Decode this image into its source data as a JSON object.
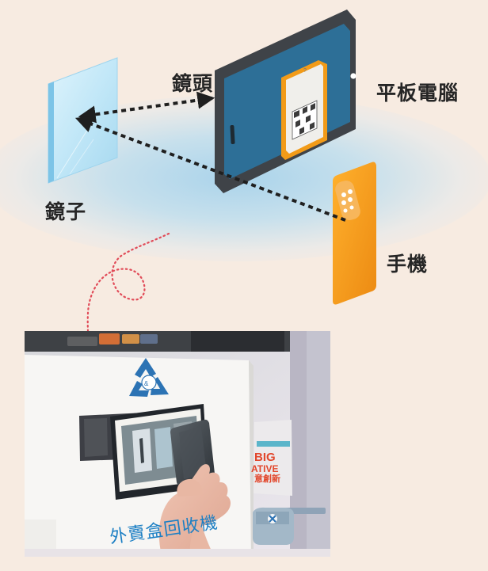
{
  "labels": {
    "lens": "鏡頭",
    "tablet": "平板電腦",
    "mirror": "鏡子",
    "phone": "手機"
  },
  "photo": {
    "machine_text": "外賣盒回收機",
    "sign_big": "BIG",
    "sign_mid": "ATIVE",
    "sign_small": "意創新"
  },
  "colors": {
    "background": "#f7ebe1",
    "tablet_frame": "#3f4348",
    "tablet_screen": "#2d6f97",
    "phone": "#f39a1b",
    "mirror": "#b8e2f4",
    "arrow": "#1f1f1f",
    "curve": "#e14b58",
    "recycle": "#2c73b4",
    "machine_text": "#1c7fc4"
  },
  "icons": {
    "mirror": "mirror-icon",
    "tablet": "tablet-icon",
    "phone": "phone-icon",
    "recycle": "recycle-icon"
  }
}
